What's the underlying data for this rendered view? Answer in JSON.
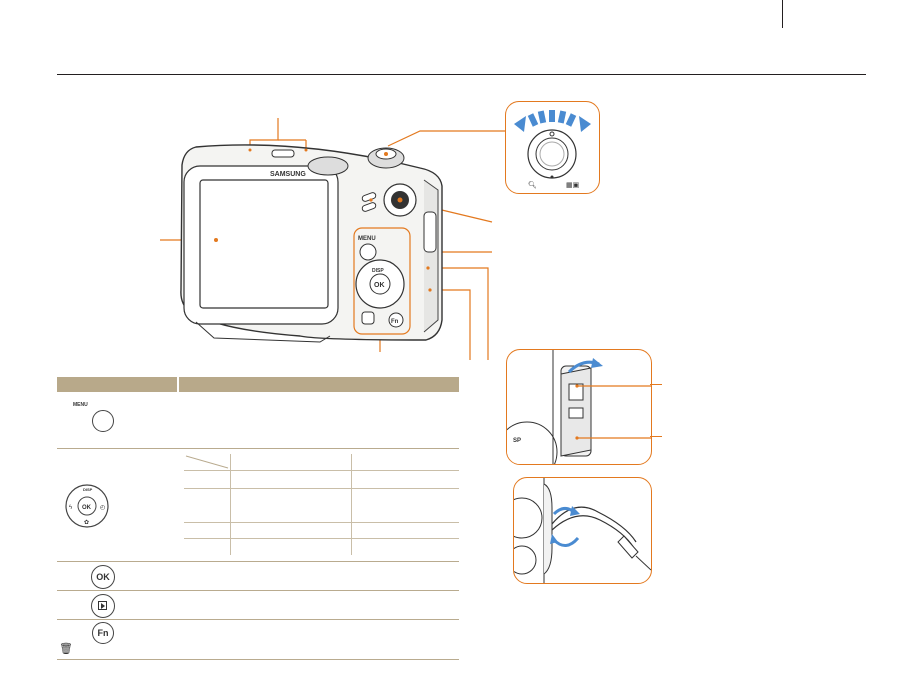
{
  "header": {
    "rule_color": "#231f20"
  },
  "camera": {
    "brand": "SAMSUNG",
    "menu_label": "MENU",
    "disp_label": "DISP",
    "ok_label": "OK",
    "fn_label": "Fn",
    "accent_color": "#e3791f"
  },
  "zoom_callout": {
    "left_icon": "magnifier-icon",
    "right_icon": "thumbnail-icon"
  },
  "table": {
    "header_color": "#b8a98a",
    "rows": [
      {
        "icon": "menu-button-icon",
        "label": "MENU"
      },
      {
        "icon": "navigation-button-icon",
        "label": "DISP"
      },
      {
        "icon": "ok-button-icon",
        "label": "OK"
      },
      {
        "icon": "playback-button-icon",
        "label": ""
      },
      {
        "icon": "fn-button-icon",
        "label": "Fn"
      }
    ]
  }
}
